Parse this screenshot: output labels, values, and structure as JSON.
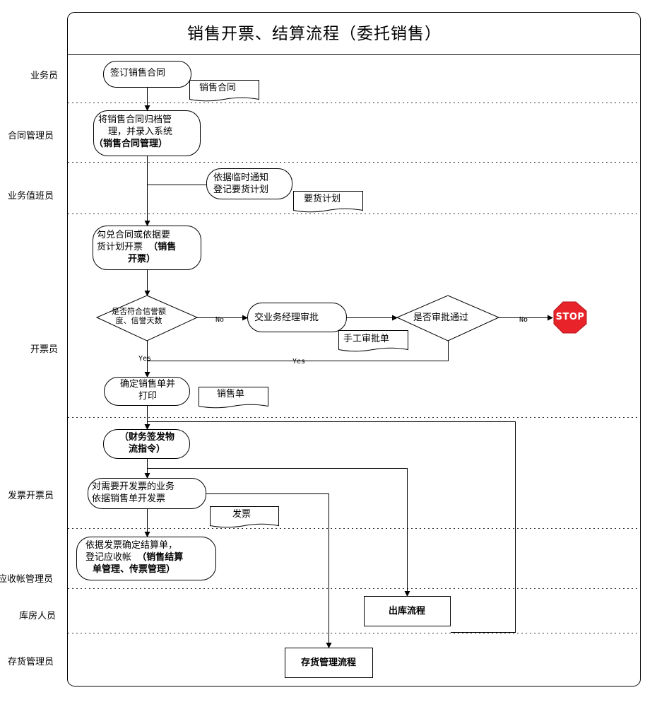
{
  "title": "销售开票、结算流程（委托销售）",
  "lanes": [
    "业务员",
    "合同管理员",
    "业务值班员",
    "开票员",
    "发票开票员",
    "应收帐管理员",
    "库房人员",
    "存货管理员"
  ],
  "nodes": {
    "sign_contract": "签订销售合同",
    "contract_doc": "销售合同",
    "archive_line1": "将销售合同归档管",
    "archive_line2": "理，并录入系统",
    "archive_line3": "（销售合同管理）",
    "notice_line1": "依据临时通知",
    "notice_line2": "登记要货计划",
    "plan_doc": "要货计划",
    "invoice_line1": "勾兑合同或依据要",
    "invoice_line2": "货计划开票",
    "invoice_line2b": "（销售",
    "invoice_line3": "开票）",
    "check_line1": "是否符合信誉额",
    "check_line2": "度、信誉天数",
    "manager_approve": "交业务经理审批",
    "manual_doc": "手工审批单",
    "approved_q": "是否审批通过",
    "stop": "STOP",
    "confirm_line1": "确定销售单并",
    "confirm_line2": "打印",
    "sales_doc": "销售单",
    "finance_line1": "（财务签发物",
    "finance_line2": "流指令）",
    "issue_line1": "对需要开发票的业务",
    "issue_line2": "依据销售单开发票",
    "invoice_doc": "发票",
    "settle_line1": "依据发票确定结算单，",
    "settle_line2": "登记应收帐",
    "settle_line2b": "（销售结算",
    "settle_line3": "单管理、传票管理）",
    "outbound": "出库流程",
    "inventory": "存货管理流程"
  },
  "edge_labels": {
    "no1": "No",
    "no2": "No",
    "yes1": "Yes",
    "yes2": "Yes"
  },
  "colors": {
    "stop_fill": "#e8232a",
    "line": "#000000",
    "dotted": "#333333"
  }
}
